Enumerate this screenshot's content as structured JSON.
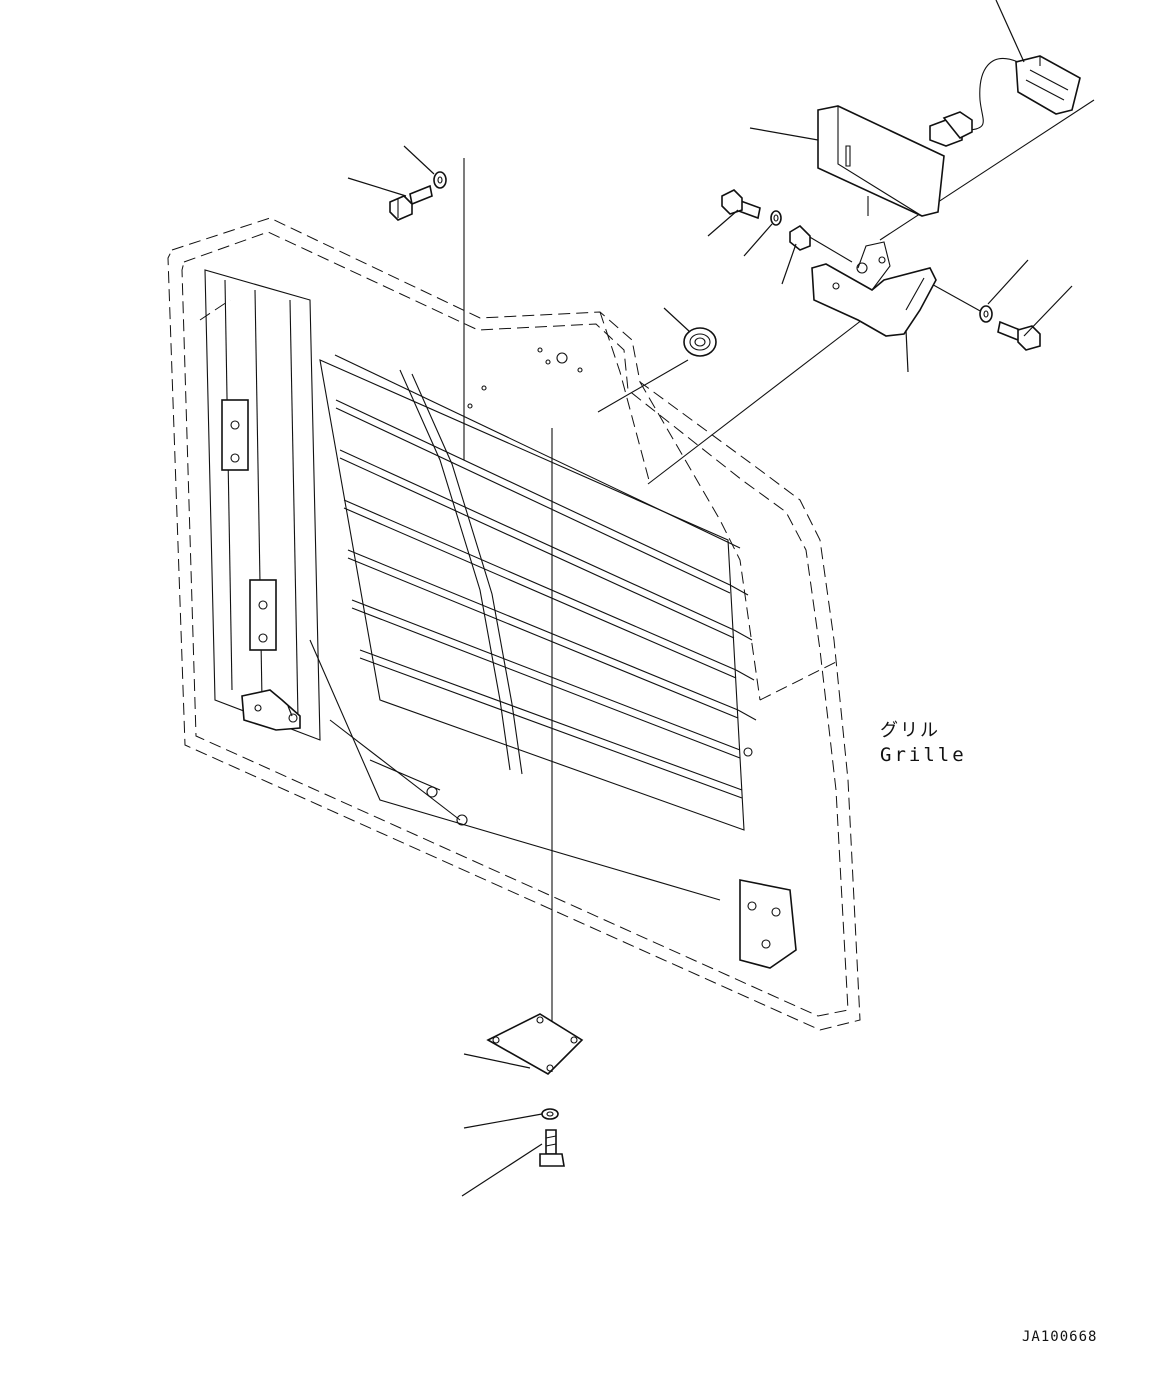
{
  "labels": {
    "grille_jp": "グリル",
    "grille_en": "Grille",
    "drawing_id": "JA100668"
  },
  "colors": {
    "line": "#111111",
    "background": "#ffffff"
  }
}
